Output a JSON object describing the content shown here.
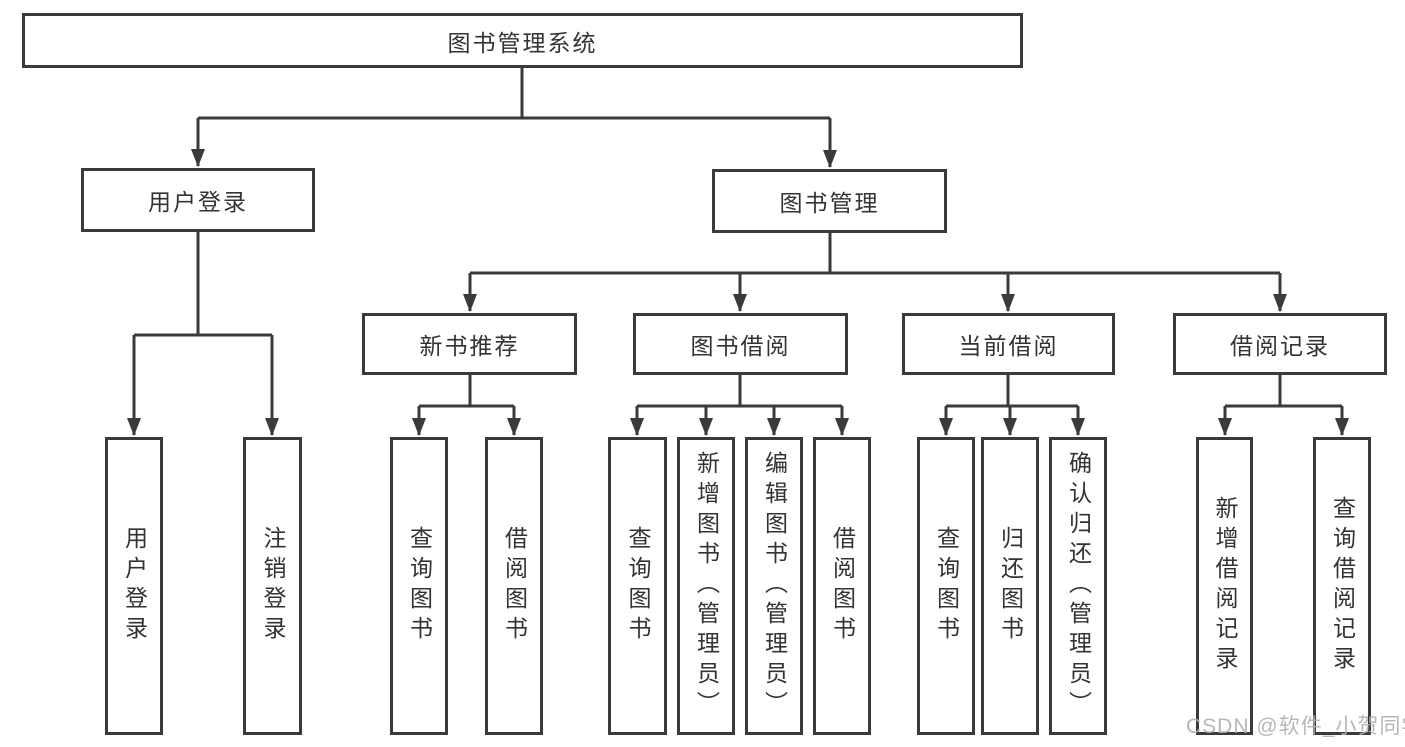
{
  "colors": {
    "line": "#3a3a3a",
    "text": "#333333",
    "box_bg": "#ffffff",
    "watermark": "#b0b0b0"
  },
  "root": {
    "label": "图书管理系统"
  },
  "level2": [
    {
      "label": "用户登录"
    },
    {
      "label": "图书管理"
    }
  ],
  "level3": [
    {
      "label": "新书推荐",
      "parent": "图书管理"
    },
    {
      "label": "图书借阅",
      "parent": "图书管理"
    },
    {
      "label": "当前借阅",
      "parent": "图书管理"
    },
    {
      "label": "借阅记录",
      "parent": "图书管理"
    }
  ],
  "leaves": [
    {
      "label": "用户登录",
      "parent": "用户登录"
    },
    {
      "label": "注销登录",
      "parent": "用户登录"
    },
    {
      "label": "查询图书",
      "parent": "新书推荐"
    },
    {
      "label": "借阅图书",
      "parent": "新书推荐"
    },
    {
      "label": "查询图书",
      "parent": "图书借阅"
    },
    {
      "label": "新增图书（管理员）",
      "parent": "图书借阅"
    },
    {
      "label": "编辑图书（管理员）",
      "parent": "图书借阅"
    },
    {
      "label": "借阅图书",
      "parent": "图书借阅"
    },
    {
      "label": "查询图书",
      "parent": "当前借阅"
    },
    {
      "label": "归还图书",
      "parent": "当前借阅"
    },
    {
      "label": "确认归还（管理员）",
      "parent": "当前借阅"
    },
    {
      "label": "新增借阅记录",
      "parent": "借阅记录"
    },
    {
      "label": "查询借阅记录",
      "parent": "借阅记录"
    }
  ],
  "watermark": "CSDN @软件_小贺同学"
}
